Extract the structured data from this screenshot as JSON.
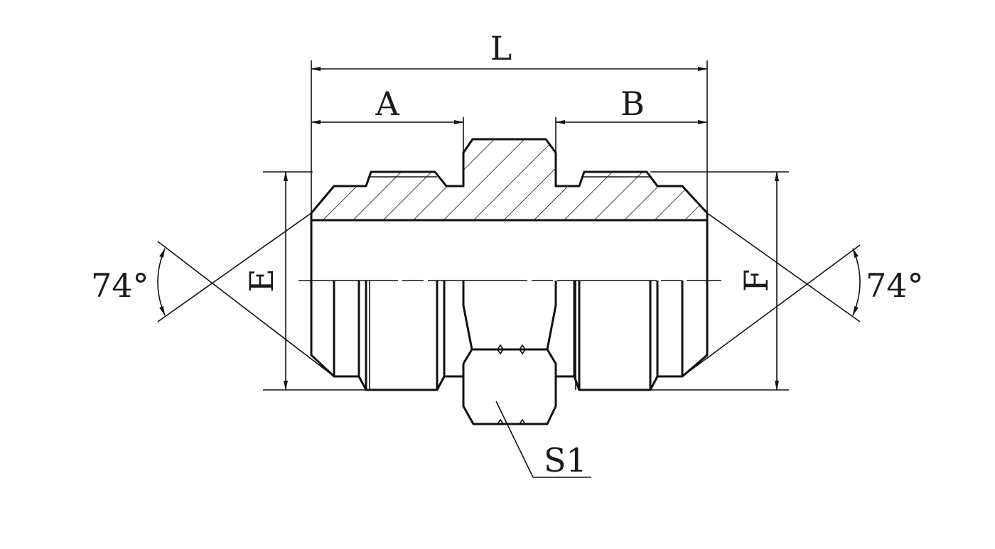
{
  "diagram": {
    "labels": {
      "length": "L",
      "left_length": "A",
      "right_length": "B",
      "left_diameter": "E",
      "right_diameter": "F",
      "left_angle": "74°",
      "right_angle": "74°",
      "hex_size": "S1"
    },
    "colors": {
      "line": "#111111",
      "background": "#ffffff"
    }
  }
}
